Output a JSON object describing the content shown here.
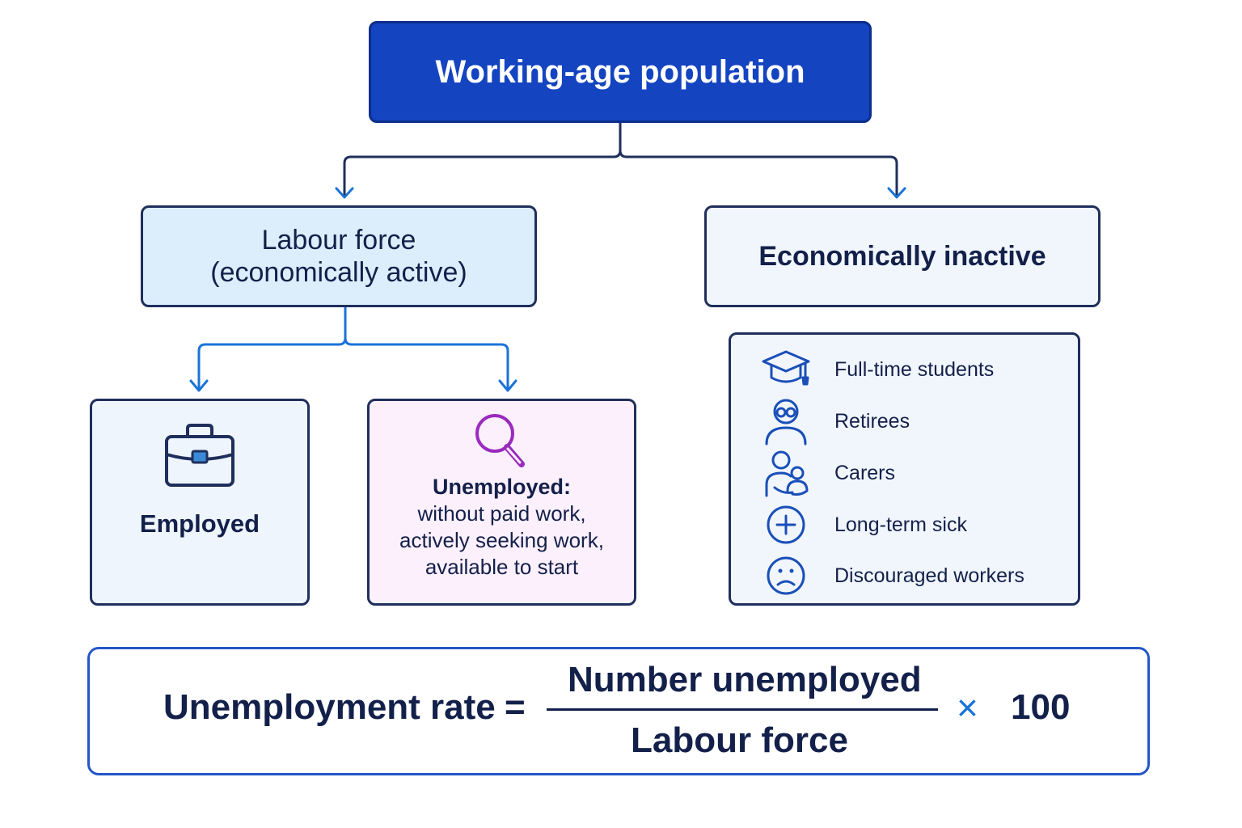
{
  "root": {
    "label": "Working-age population"
  },
  "labour_force": {
    "line1": "Labour force",
    "line2": "(economically active)"
  },
  "economically_inactive": {
    "label": "Economically inactive",
    "items": [
      {
        "label": "Full-time students",
        "icon": "graduation-cap-icon"
      },
      {
        "label": "Retirees",
        "icon": "retiree-icon"
      },
      {
        "label": "Carers",
        "icon": "carer-icon"
      },
      {
        "label": "Long-term sick",
        "icon": "medical-plus-icon"
      },
      {
        "label": "Discouraged workers",
        "icon": "sad-face-icon"
      }
    ]
  },
  "employed": {
    "label": "Employed",
    "icon": "briefcase-icon"
  },
  "unemployed": {
    "title": "Unemployed:",
    "lines": [
      "without paid work,",
      "actively seeking work,",
      "available to start"
    ],
    "icon": "magnifier-icon"
  },
  "formula": {
    "lhs": "Unemployment rate",
    "equals": "=",
    "numerator": "Number unemployed",
    "denominator": "Labour force",
    "times": "×",
    "multiplier": "100"
  },
  "colors": {
    "root_fill": "#1444c0",
    "connector": "#1f2f5c",
    "arrow_blue": "#1a73d8",
    "labour_fill": "#dcedfc",
    "unemployed_fill": "#fcf0fc",
    "icon_blue": "#1a4fb8",
    "icon_purple": "#9a2bbd",
    "formula_border": "#2456c8",
    "times_color": "#1a73d8"
  }
}
